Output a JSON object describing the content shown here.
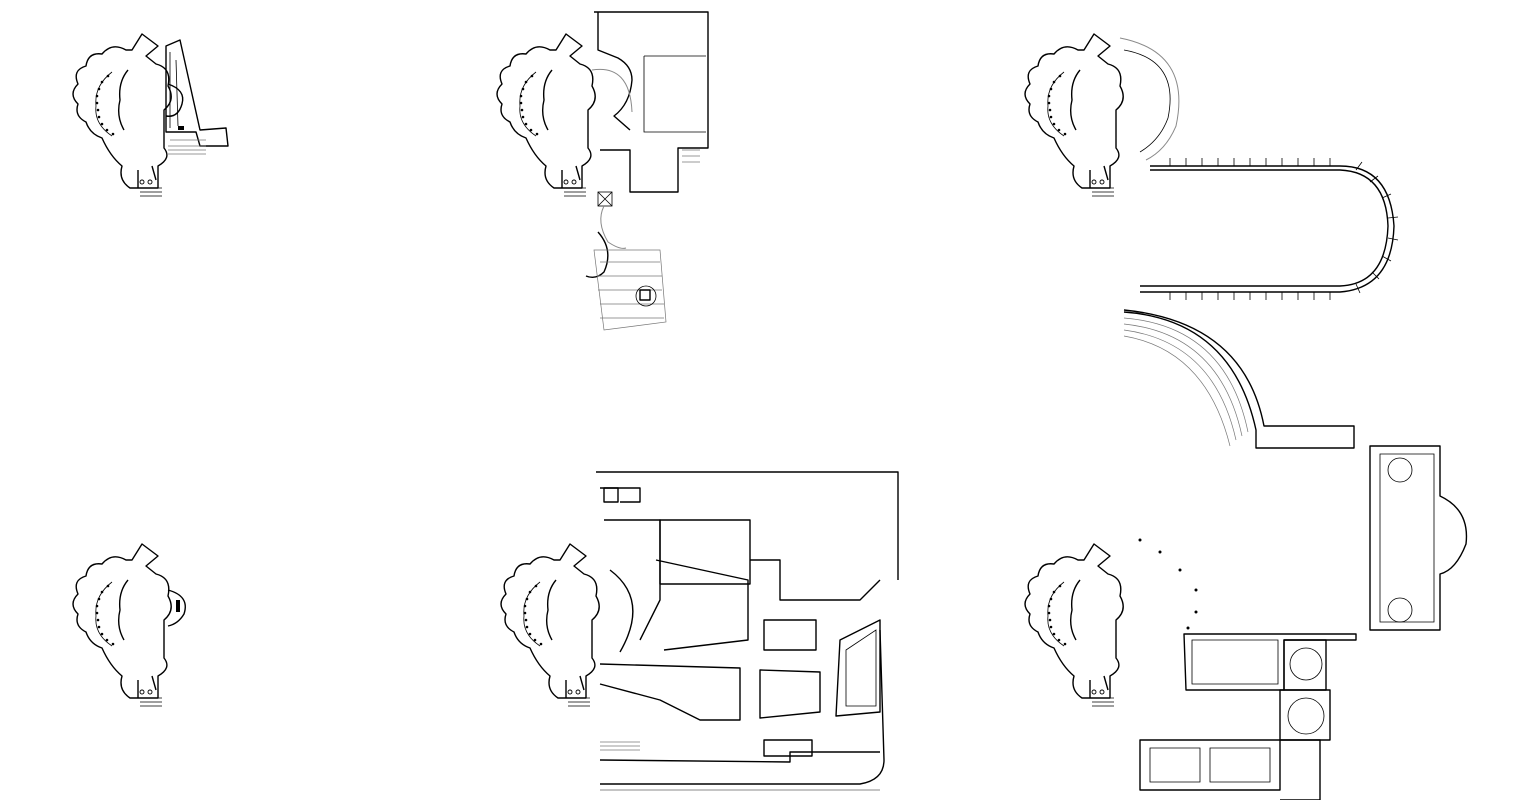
{
  "panels": [
    {
      "id": "plan-1",
      "label": ""
    },
    {
      "id": "plan-2",
      "label": ""
    },
    {
      "id": "plan-3",
      "label": ""
    },
    {
      "id": "plan-4",
      "label": ""
    },
    {
      "id": "plan-5",
      "label": ""
    },
    {
      "id": "plan-6",
      "label": ""
    }
  ],
  "style": {
    "line_color": "#000000",
    "secondary_line_color": "#8a8a8a",
    "background": "#ffffff"
  }
}
